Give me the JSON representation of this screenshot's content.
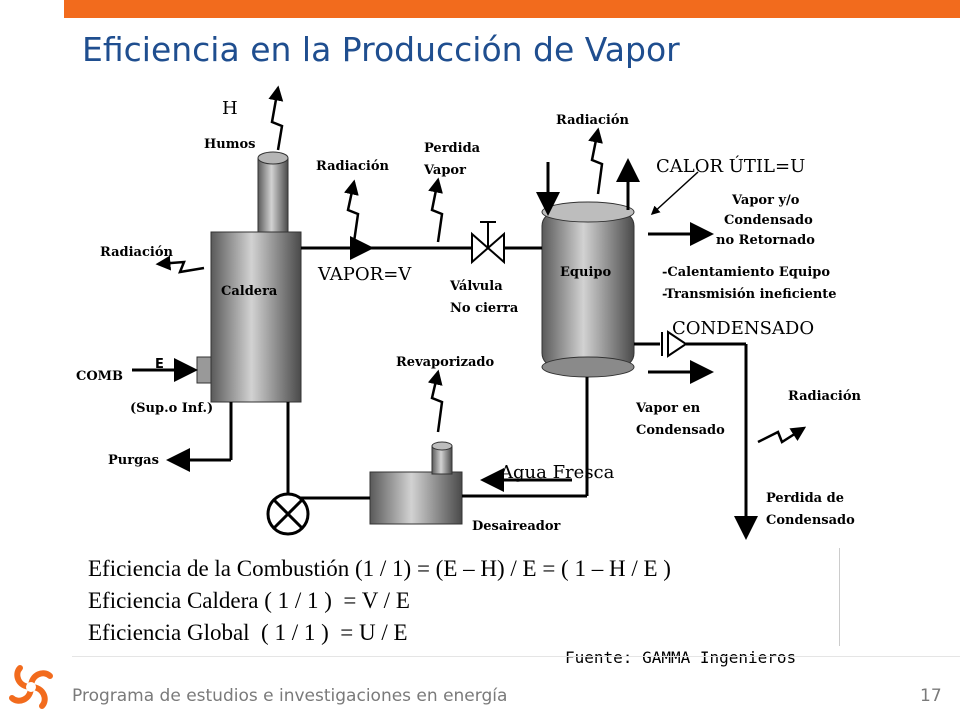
{
  "slide": {
    "title": "Eficiencia en la Producción de Vapor",
    "source": "Fuente: GAMMA Ingenieros",
    "footer": "Programa de estudios e investigaciones en energía",
    "page_number": "17",
    "accent_color": "#f26b1d",
    "title_color": "#1f4e8f"
  },
  "diagram": {
    "labels": {
      "h": "H",
      "humos": "Humos",
      "radiacion_top": "Radiación",
      "radiacion_pipe": "Radiación",
      "perdida_vapor_1": "Perdida",
      "perdida_vapor_2": "Vapor",
      "radiacion_left": "Radiación",
      "caldera": "Caldera",
      "vapor_v": "VAPOR=V",
      "valvula_1": "Válvula",
      "valvula_2": "No cierra",
      "equipo": "Equipo",
      "calor_util": "CALOR ÚTIL=U",
      "vapor_no_ret_1": "Vapor y/o",
      "vapor_no_ret_2": "Condensado",
      "vapor_no_ret_3": "no Retornado",
      "calentamiento": "-Calentamiento Equipo",
      "transmision": "-Transmisión ineficiente",
      "condensado": "CONDENSADO",
      "e": "E",
      "comb": "COMB",
      "sup_inf": "(Sup.o Inf.)",
      "revaporizado": "Revaporizado",
      "vapor_cond_1": "Vapor en",
      "vapor_cond_2": "Condensado",
      "radiacion_right": "Radiación",
      "purgas": "Purgas",
      "agua_fresca": "Agua Fresca",
      "perdida_cond_1": "Perdida de",
      "perdida_cond_2": "Condensado",
      "desaireador": "Desaireador"
    }
  },
  "formulas": {
    "combustion": "Eficiencia de la Combustión (1 / 1) = (E – H) / E = ( 1 – H / E )",
    "caldera": "Eficiencia Caldera ( 1 / 1 )  = V / E",
    "global": "Eficiencia Global  ( 1 / 1 )  = U / E"
  },
  "icons": [
    "swirl-logo-icon",
    "radiation-zigzag-icon",
    "valve-icon",
    "pump-icon",
    "steam-trap-icon"
  ]
}
